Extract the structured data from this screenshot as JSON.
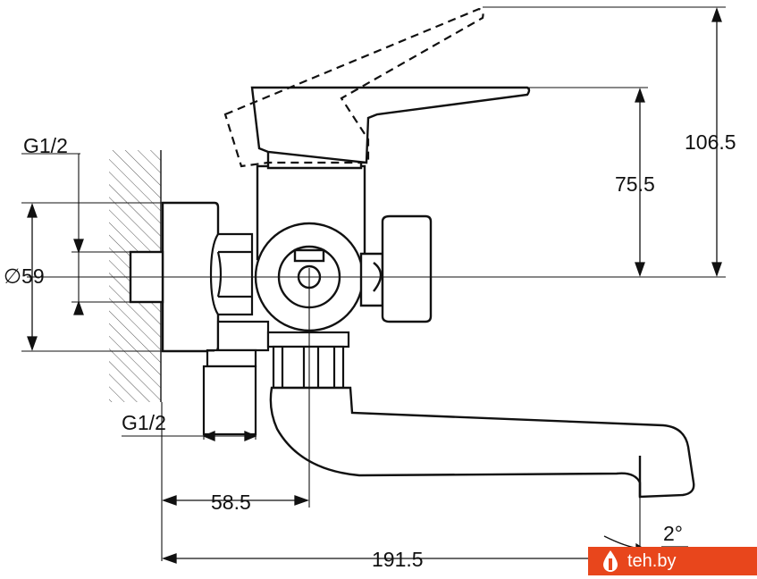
{
  "dimensions": {
    "height_total": "106.5",
    "height_handle": "75.5",
    "diameter": "∅59",
    "thread_top": "G1/2",
    "thread_bottom": "G1/2",
    "offset": "58.5",
    "length_total": "191.5",
    "angle": "2°"
  },
  "watermark": {
    "text": "teh.by",
    "color": "#e8461c"
  }
}
